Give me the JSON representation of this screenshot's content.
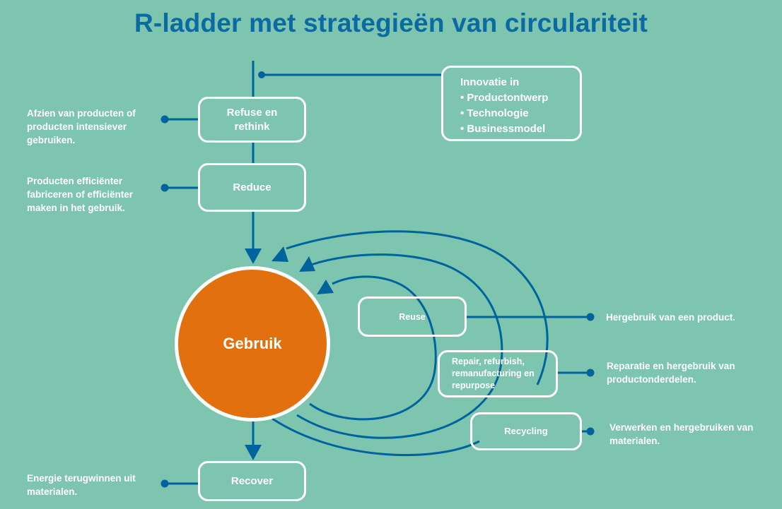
{
  "title": "R-ladder met strategieën van circulariteit",
  "colors": {
    "background": "#7dc5af",
    "line": "#00639e",
    "title": "#0b6aa2",
    "center": "#e2700f",
    "text": "#ffffff"
  },
  "innovation": {
    "heading": "Innovatie in",
    "items": [
      "Productontwerp",
      "Technologie",
      "Businessmodel"
    ]
  },
  "center": {
    "label": "Gebruik"
  },
  "strategies": {
    "refuse": {
      "label": "Refuse en rethink",
      "description": "Afzien van producten of producten intensiever gebruiken."
    },
    "reduce": {
      "label": "Reduce",
      "description": "Producten efficiënter fabriceren of efficiënter maken in het gebruik."
    },
    "reuse": {
      "label": "Reuse",
      "description": "Hergebruik van een product."
    },
    "repair": {
      "label": "Repair, refurbish, remanufacturing en repurpose",
      "description": "Reparatie en hergebruik van productonderdelen."
    },
    "recycling": {
      "label": "Recycling",
      "description": "Verwerken en hergebruiken van materialen."
    },
    "recover": {
      "label": "Recover",
      "description": "Energie terugwinnen uit materialen."
    }
  }
}
